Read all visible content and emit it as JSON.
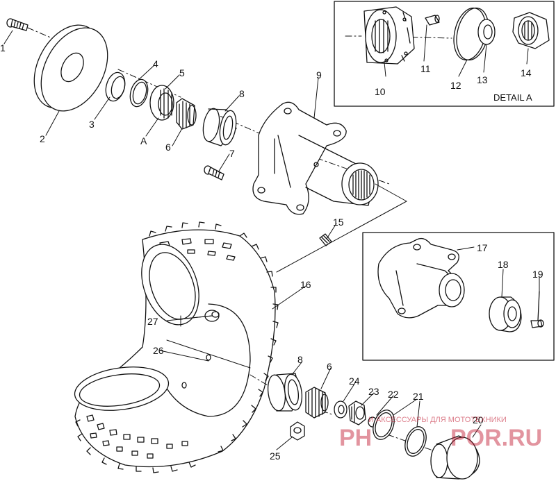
{
  "parts": {
    "p1": "1",
    "p2": "2",
    "p3": "3",
    "p4": "4",
    "p5": "5",
    "pA": "A",
    "p6": "6",
    "p7": "7",
    "p8": "8",
    "p9": "9",
    "p10": "10",
    "p11": "11",
    "p12": "12",
    "p13": "13",
    "p14": "14",
    "p15": "15",
    "p16": "16",
    "p17": "17",
    "p18": "18",
    "p19": "19",
    "p20": "20",
    "p21": "21",
    "p22": "22",
    "p23": "23",
    "p24": "24",
    "p25": "25",
    "p26": "26",
    "p27": "27",
    "p6b": "6",
    "p8b": "8"
  },
  "detail_a": {
    "title": "DETAIL A"
  },
  "watermark": {
    "tagline": "И АКСЕССУАРЫ ДЛЯ МОТОТЕХНИКИ",
    "brand_left": "PH",
    "brand_right": "POR.RU"
  }
}
